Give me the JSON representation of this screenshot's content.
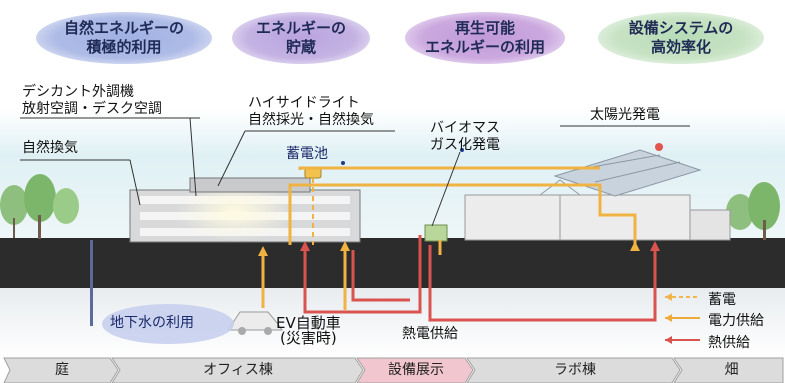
{
  "categories": [
    {
      "text": "自然エネルギーの\n積極的利用"
    },
    {
      "text": "エネルギーの\n貯蔵"
    },
    {
      "text": "再生可能\nエネルギーの利用"
    },
    {
      "text": "設備システムの\n高効率化"
    }
  ],
  "labels": {
    "desiccant": "デシカント外調機\n放射空調・デスク空調",
    "natural_vent": "自然換気",
    "high_side": "ハイサイドライト\n自然採光・自然換気",
    "battery": "蓄電池",
    "biomass": "バイオマス\nガス化発電",
    "solar": "太陽光発電",
    "groundwater": "地下水の利用",
    "ev": "EV自動車\n(災害時)",
    "heat_power": "熱電供給"
  },
  "legend": [
    {
      "label": "蓄電",
      "color": "#f1b54c",
      "style": "dashed"
    },
    {
      "label": "電力供給",
      "color": "#eeaa3a",
      "style": "solid"
    },
    {
      "label": "熱供給",
      "color": "#d9534f",
      "style": "solid"
    }
  ],
  "zones": [
    {
      "label": "庭"
    },
    {
      "label": "オフィス棟"
    },
    {
      "label": "設備展示",
      "highlight": true
    },
    {
      "label": "ラボ棟"
    },
    {
      "label": "畑"
    }
  ],
  "colors": {
    "ground": "#2c2c2c",
    "sky": "#dff0f4",
    "highlight_tab": "#f2c6cf",
    "tab": "#dcdcdc"
  }
}
